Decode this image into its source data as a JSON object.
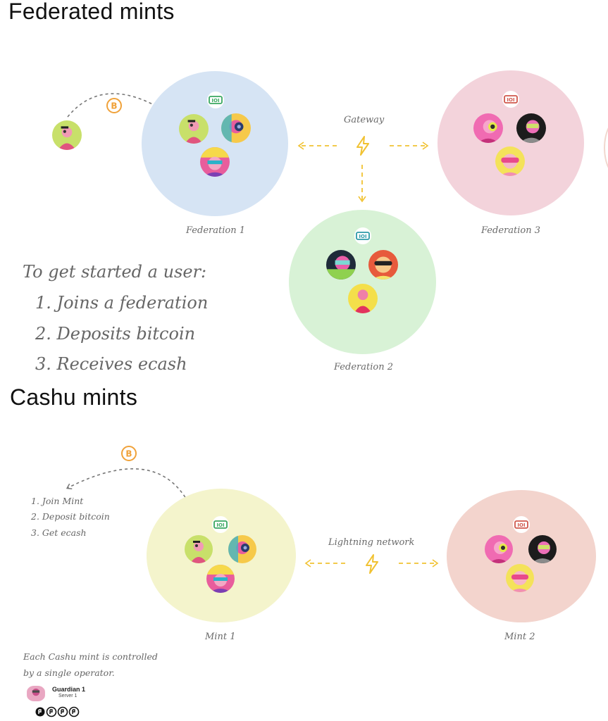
{
  "headings": {
    "federated": "Federated mints",
    "cashu": "Cashu mints"
  },
  "federated": {
    "federation_1": "Federation 1",
    "federation_2": "Federation 2",
    "federation_3": "Federation 3",
    "gateway": "Gateway",
    "intro": "To get started a user:",
    "steps": [
      "1. Joins a federation",
      "2. Deposits bitcoin",
      "3. Receives ecash"
    ]
  },
  "cashu": {
    "mint_1": "Mint 1",
    "mint_2": "Mint 2",
    "lightning": "Lightning network",
    "steps": [
      "1. Join Mint",
      "2. Deposit bitcoin",
      "3. Get ecash"
    ],
    "note_lines": [
      "Each Cashu mint is controlled",
      "by a single operator."
    ],
    "guardian": {
      "name": "Guardian 1",
      "server": "Server 1"
    }
  },
  "colors": {
    "federation_1": "#d6e4f4",
    "federation_2": "#d8f2d6",
    "federation_3": "#f3d3db",
    "mint_1": "#f4f4cc",
    "mint_2": "#f3d4cd",
    "bitcoin": "#f0a23a",
    "lightning": "#f1c232",
    "cash_green": "#3aa860",
    "cash_teal": "#2d9aa8",
    "cash_red": "#d0574c",
    "arrow_grey": "#777777"
  },
  "icons": {
    "bitcoin": "bitcoin-icon",
    "lightning": "lightning-bolt-icon",
    "cash": "cash-note-icon",
    "avatar": "user-avatar"
  }
}
